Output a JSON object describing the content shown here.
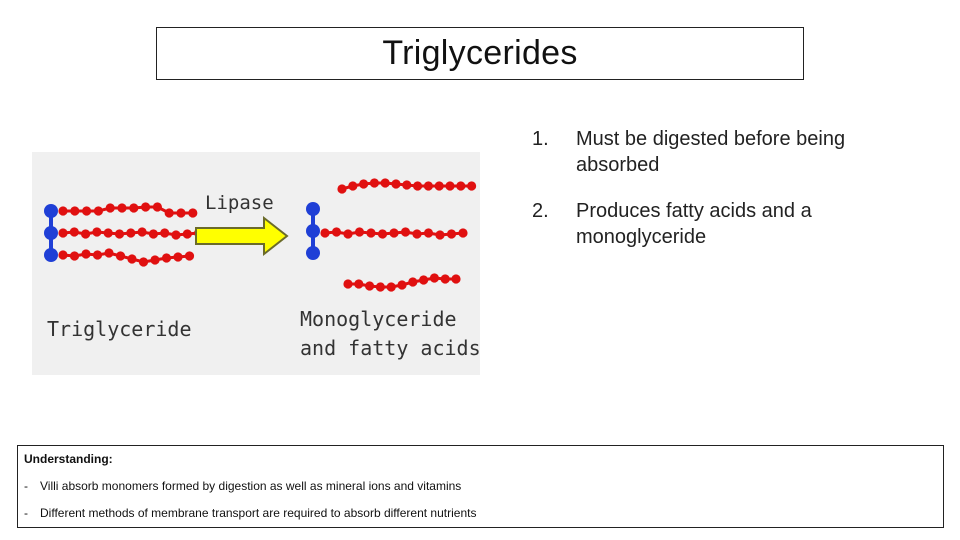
{
  "title": "Triglycerides",
  "diagram": {
    "enzyme_label": "Lipase",
    "substrate_label": "Triglyceride",
    "product_label_line1": "Monoglyceride",
    "product_label_line2": "and fatty acids",
    "colors": {
      "glycerol": "#1f3fd6",
      "fatty_acid": "#e01010",
      "arrow_fill": "#ffff00",
      "arrow_stroke": "#6b6b2a"
    }
  },
  "points": [
    {
      "number": "1.",
      "text_line1": "Must be digested before being",
      "text_line2": "absorbed"
    },
    {
      "number": "2.",
      "text_line1": "Produces fatty acids and a",
      "text_line2": "monoglyceride"
    }
  ],
  "understanding": {
    "heading": "Understanding:",
    "items": [
      {
        "dash": "-",
        "text": "Villi absorb monomers formed by digestion as well as mineral ions and vitamins"
      },
      {
        "dash": "-",
        "text": "Different methods of membrane transport are required to absorb different nutrients"
      }
    ]
  }
}
